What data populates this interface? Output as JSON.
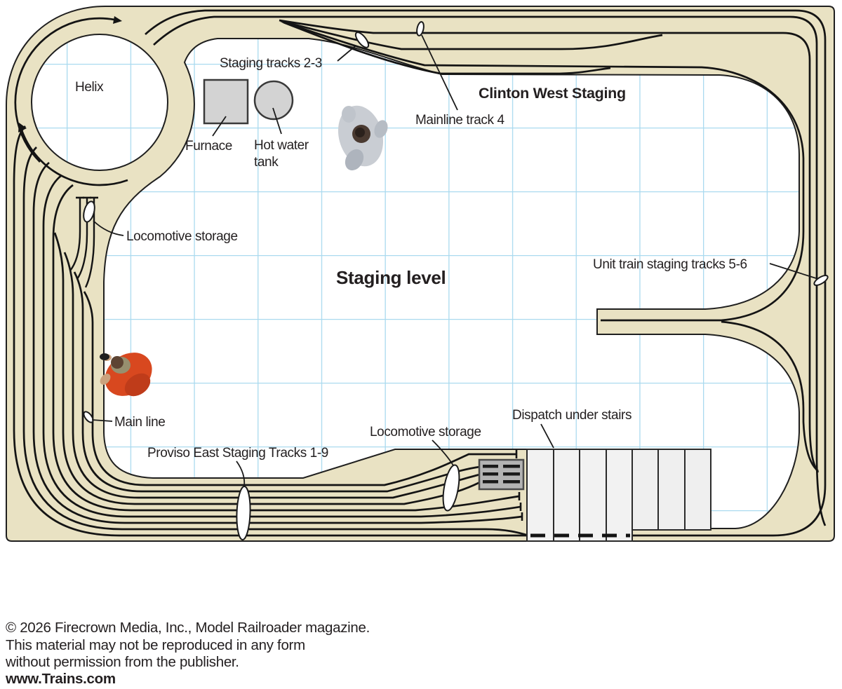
{
  "plan": {
    "level_title": "Staging level",
    "region_title": "Clinton West Staging",
    "labels": {
      "helix": "Helix",
      "staging_tracks_2_3": "Staging tracks 2-3",
      "mainline_track_4": "Mainline track 4",
      "furnace": "Furnace",
      "hot_water_line1": "Hot water",
      "hot_water_line2": "tank",
      "locomotive_storage_upper": "Locomotive storage",
      "unit_train_staging": "Unit train staging tracks 5-6",
      "main_line": "Main line",
      "proviso_east": "Proviso East Staging Tracks 1-9",
      "locomotive_storage_lower": "Locomotive storage",
      "dispatch": "Dispatch under stairs"
    },
    "colors": {
      "benchwork": "#e9e2c3",
      "outline": "#1f1f1f",
      "grid": "#aadaef",
      "track": "#141414",
      "equipment_gray": "#d3d3d3",
      "stairs_gray": "#f2f2f2",
      "panel_gray": "#b3b3b3",
      "person_orange_shirt": "#d8481f",
      "person_white_shirt": "#c9cdd3"
    }
  },
  "footer": {
    "line1": "© 2026 Firecrown Media, Inc., Model Railroader magazine.",
    "line2": "This material may not be reproduced in any form",
    "line3": "without permission from the publisher.",
    "website": "www.Trains.com"
  }
}
